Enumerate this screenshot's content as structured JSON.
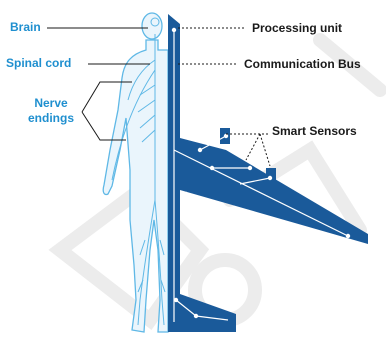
{
  "labels": {
    "brain": "Brain",
    "spinal_cord": "Spinal cord",
    "nerve_line1": "Nerve",
    "nerve_line2": "endings",
    "processing_unit": "Processing unit",
    "communication_bus": "Communication Bus",
    "smart_sensors": "Smart Sensors"
  },
  "colors": {
    "airframe": "#1a5a9a",
    "nerves": "#5fb8e6",
    "label_blue": "#1f8fcf",
    "label_dark": "#1a1a1a",
    "watermark": "#ececec"
  }
}
